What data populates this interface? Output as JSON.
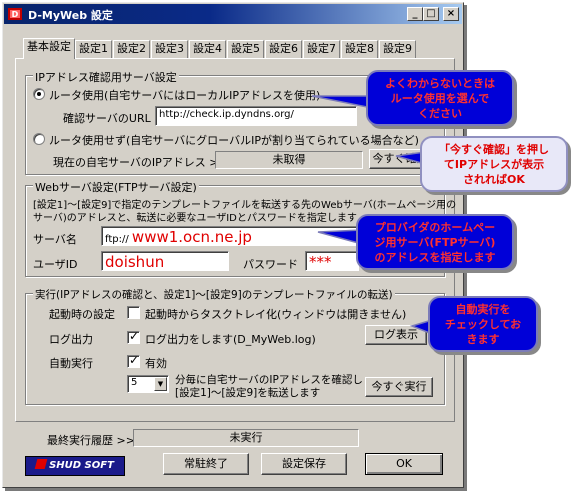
{
  "window": {
    "title": "D-MyWeb 設定",
    "minimize": "_",
    "maximize": "□",
    "close": "×"
  },
  "tabs": [
    "基本設定",
    "設定1",
    "設定2",
    "設定3",
    "設定4",
    "設定5",
    "設定6",
    "設定7",
    "設定8",
    "設定9"
  ],
  "ip_group": {
    "legend": "IPアドレス確認用サーバ設定",
    "use_router_label": "ルータ使用(自宅サーバにはローカルIPアドレスを使用)",
    "url_label": "確認サーバのURL",
    "url_value": "http://check.ip.dyndns.org/",
    "no_router_label": "ルータ使用せず(自宅サーバにグローバルIPが割り当てられている場合など)",
    "current_ip_label": "現在の自宅サーバのIPアドレス >>",
    "current_ip_value": "未取得",
    "check_now_button": "今すぐ確認"
  },
  "web_group": {
    "legend": "Webサーバ設定(FTPサーバ設定)",
    "description_line1": "[設定1]～[設定9]で指定のテンプレートファイルを転送する先のWebサーバ(ホームページ用の",
    "description_line2": "サーバ)のアドレスと、転送に必要なユーザIDとパスワードを指定します",
    "server_label": "サーバ名",
    "server_prefix": "ftp://",
    "server_value": "www1.ocn.ne.jp",
    "userid_label": "ユーザID",
    "userid_value": "doishun",
    "password_label": "パスワード",
    "password_value": "***"
  },
  "exec_group": {
    "legend": "実行(IPアドレスの確認と、設定1]～[設定9]のテンプレートファイルの転送)",
    "startup_label": "起動時の設定",
    "startup_checkbox": "起動時からタスクトレイ化(ウィンドウは開きません)",
    "log_label": "ログ出力",
    "log_checkbox": "ログ出力をします(D_MyWeb.log)",
    "log_button": "ログ表示",
    "auto_label": "自動実行",
    "auto_checkbox": "有効",
    "interval_value": "5",
    "interval_desc_line1": "分毎に自宅サーバのIPアドレスを確認し",
    "interval_desc_line2": "[設定1]～[設定9]を転送します",
    "run_now_button": "今すぐ実行"
  },
  "footer": {
    "last_run_label": "最終実行履歴 >>",
    "last_run_value": "未実行",
    "logo_text": "SHUD SOFT",
    "resident_button": "常駐終了",
    "save_button": "設定保存",
    "ok_button": "OK"
  },
  "callouts": {
    "router": [
      "よくわからないときは",
      "ルータ使用を選んで",
      "ください"
    ],
    "check": [
      "「今すぐ確認」を押し",
      "てIPアドレスが表示",
      "されればOK"
    ],
    "provider": [
      "プロバイダのホームペー",
      "ジ用サーバ(FTPサーバ)",
      "のアドレスを指定します"
    ],
    "auto": [
      "自動実行を",
      "チェックしてお",
      "きます"
    ]
  },
  "colors": {
    "face": "#d4d0c8",
    "title_start": "#08246b",
    "title_end": "#a6caf0",
    "callout_bg": "#0000d8",
    "callout_text_red": "#ff2020",
    "emphasis_red": "#e00000"
  }
}
